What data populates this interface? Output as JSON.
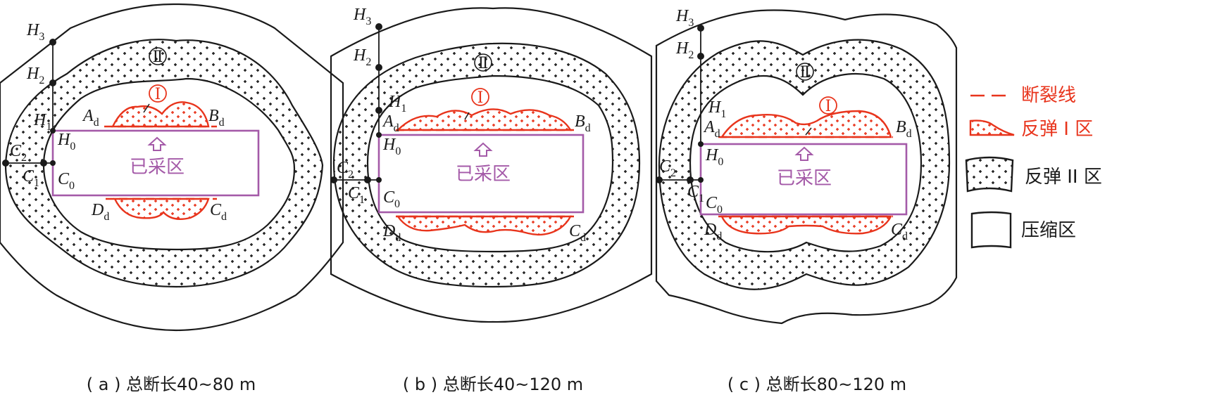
{
  "colors": {
    "line": "#1a1a1a",
    "red": "#e8341c",
    "purple": "#a45aa8",
    "dots": "#1a1a1a",
    "bg": "#ffffff"
  },
  "labels": {
    "goaf": "已采区",
    "zone1_mark": "Ⅰ",
    "zone2_mark": "Ⅱ",
    "H": "H",
    "C": "C",
    "A": "A",
    "B": "B",
    "D": "D",
    "sub0": "0",
    "sub1": "1",
    "sub2": "2",
    "sub3": "3",
    "subd": "d"
  },
  "panels": [
    {
      "id": "a",
      "caption": "( a ) 总断长40~80 m"
    },
    {
      "id": "b",
      "caption": "( b ) 总断长40~120 m"
    },
    {
      "id": "c",
      "caption": "( c ) 总断长80~120 m"
    }
  ],
  "legend": {
    "fracture_line": "断裂线",
    "rebound_zone_1": "反弹 I 区",
    "rebound_zone_2": "反弹 II 区",
    "compression_zone": "压缩区"
  }
}
